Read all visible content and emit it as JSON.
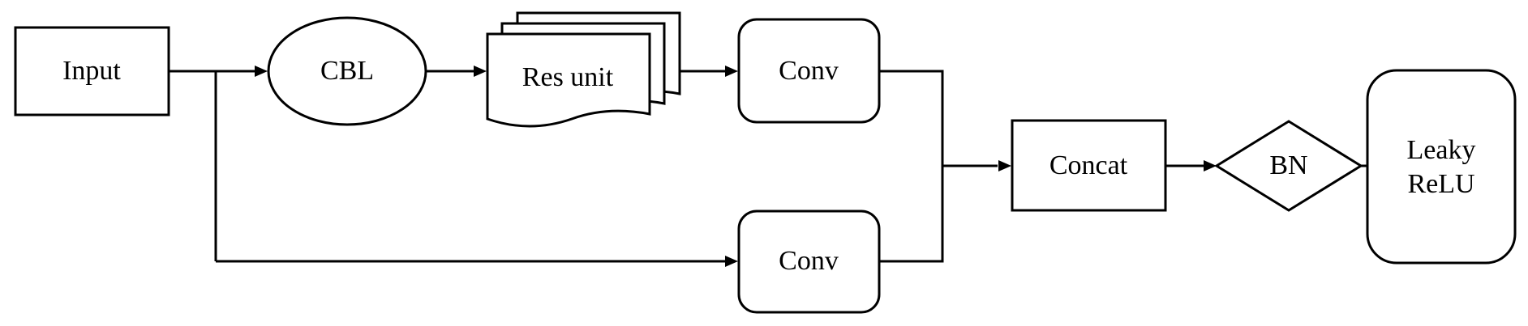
{
  "diagram": {
    "nodes": {
      "input": "Input",
      "cbl": "CBL",
      "res_unit": "Res unit",
      "conv_top": "Conv",
      "conv_bottom": "Conv",
      "concat": "Concat",
      "bn": "BN",
      "leaky_line1": "Leaky",
      "leaky_line2": "ReLU"
    },
    "edges": [
      {
        "from": "input",
        "to": "cbl"
      },
      {
        "from": "cbl",
        "to": "res_unit"
      },
      {
        "from": "res_unit",
        "to": "conv_top"
      },
      {
        "from": "input",
        "to": "conv_bottom"
      },
      {
        "from": "conv_top",
        "to": "concat"
      },
      {
        "from": "conv_bottom",
        "to": "concat"
      },
      {
        "from": "concat",
        "to": "bn"
      },
      {
        "from": "bn",
        "to": "leaky_relu"
      }
    ],
    "colors": {
      "stroke": "#000000",
      "fill": "#ffffff",
      "text": "#000000"
    }
  }
}
